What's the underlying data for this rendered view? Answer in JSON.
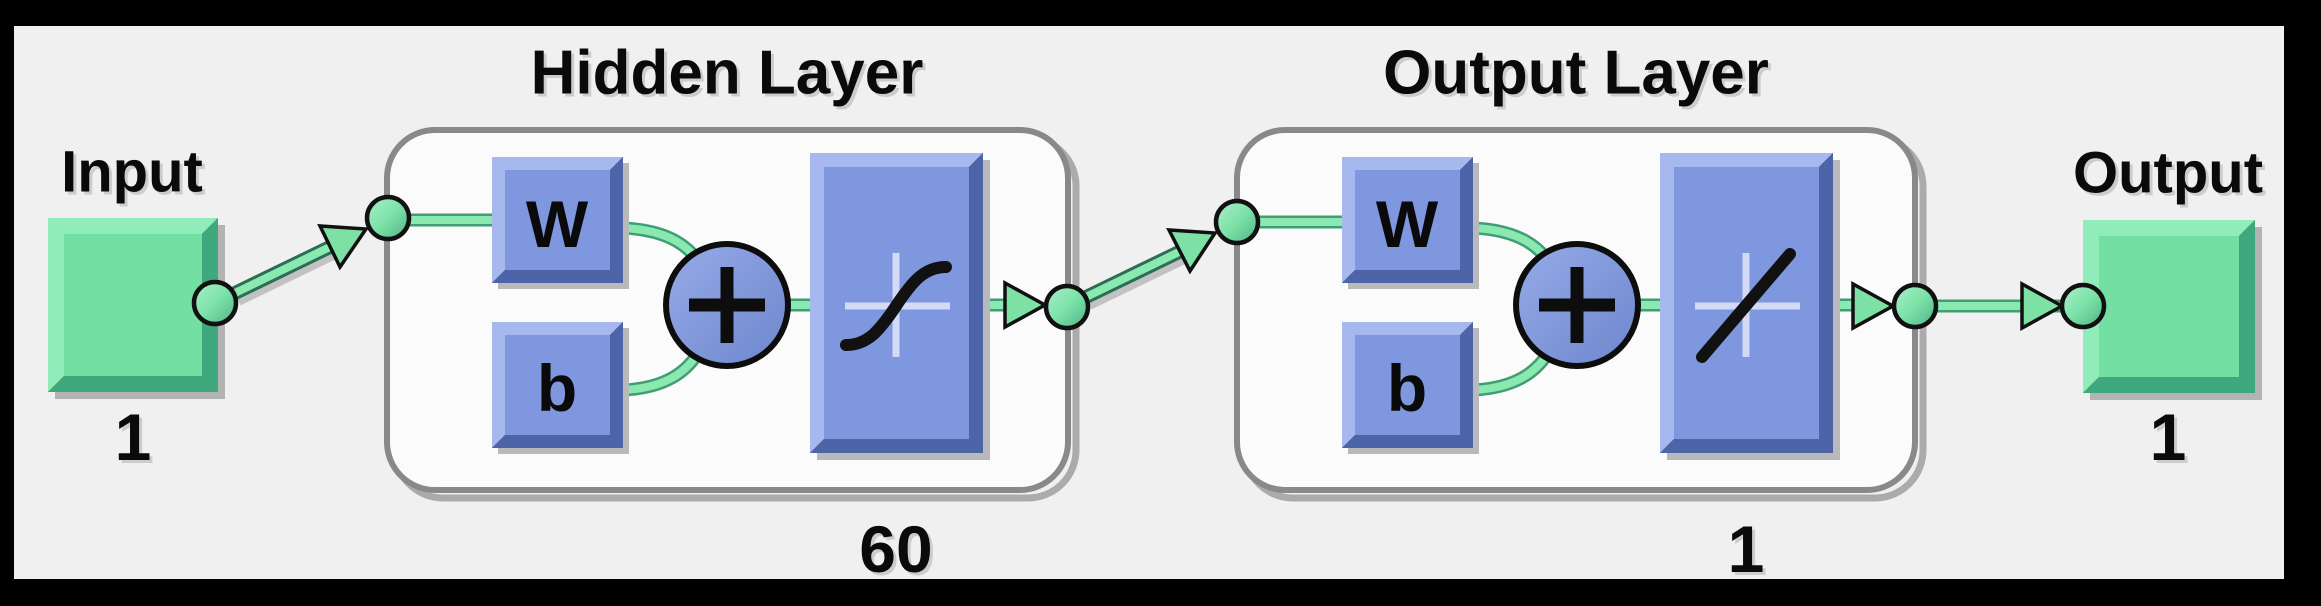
{
  "diagram": {
    "type": "neural-network-architecture",
    "input": {
      "label": "Input",
      "size": "1"
    },
    "layers": [
      {
        "title": "Hidden Layer",
        "weight_label": "W",
        "bias_label": "b",
        "sum_icon": "plus-icon",
        "activation_icon": "sigmoid-curve-icon",
        "size": "60"
      },
      {
        "title": "Output Layer",
        "weight_label": "W",
        "bias_label": "b",
        "sum_icon": "plus-icon",
        "activation_icon": "linear-line-icon",
        "size": "1"
      }
    ],
    "output": {
      "label": "Output",
      "size": "1"
    },
    "colors": {
      "frame": "#000000",
      "background": "#f0f0f0",
      "layer_box_fill": "#fbfbfb",
      "layer_box_border": "#898989",
      "node_green": "#7ce2a8",
      "connector_green": "#8ae8b1",
      "connector_edge": "#3f9e74",
      "block_blue": "#7e97de",
      "block_blue_light": "#a6b8ee",
      "block_blue_dark": "#4e64a8",
      "green_light": "#90ecb9",
      "green_dark": "#3fa87c",
      "crosshair_blue": "#d2daf5",
      "text_black": "#0a0a0a"
    }
  }
}
